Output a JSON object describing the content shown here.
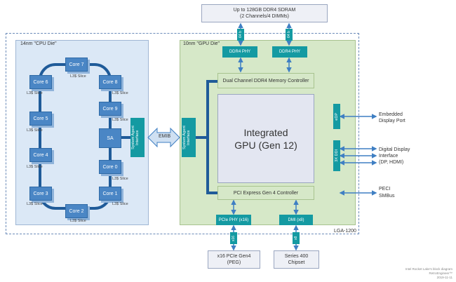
{
  "dram": {
    "line1": "Up to 128GB DDR4 SDRAM",
    "line2": "(2 Channels/4 DIMMs)"
  },
  "package_label": "LGA-1200",
  "cpu_die": {
    "title": "14nm \"CPU Die\"",
    "cores": [
      "Core 7",
      "Core 6",
      "Core 8",
      "Core 5",
      "Core 9",
      "SA",
      "Core 4",
      "Core 0",
      "Core 3",
      "Core 1",
      "Core 2"
    ],
    "l3_label": "L3$ Slice",
    "sa_interface": "System Agent Interface"
  },
  "emib": "EMIB",
  "gpu_die": {
    "title": "10nm \"GPU Die\"",
    "ddr4_phy_left": "DDR4 PHY",
    "ddr4_phy_right": "DDR4 PHY",
    "memory_controller": "Dual Channel DDR4 Memory Controller",
    "sa_interface": "System Agent Interface",
    "gpu_line1": "Integrated",
    "gpu_line2": "GPU (Gen 12)",
    "pcie_controller": "PCI Express Gen 4 Controller",
    "edp": "eDP",
    "ddi": "3X DDI",
    "pcie_phy": "PCIe PHY (x16)",
    "dmi": "DMI (x8)"
  },
  "bus_labels": {
    "dram_left": "64 b",
    "dram_right": "64 b",
    "pcie": "x16",
    "dmi": "x8"
  },
  "external": {
    "embedded_dp": [
      "Embedded",
      "Display Port"
    ],
    "digital_display": [
      "Digital Display",
      "Interface",
      "(DP, HDMI)"
    ],
    "peci": "PECI",
    "smbus": "SMBus",
    "pcie_gen4": [
      "x16 PCIe Gen4",
      "(PEG)"
    ],
    "chipset": [
      "Series 400",
      "Chipset"
    ]
  },
  "credit": [
    "Intel Rocket Lake's block diagram",
    "RetroEngineer™",
    "2019-11-11"
  ],
  "colors": {
    "core": "#4a86c5",
    "ring": "#1f5b99",
    "cpu_bg": "#dbe8f6",
    "gpu_bg": "#d6e8c8",
    "teal": "#149aa2",
    "arrow": "#3f7fc3"
  }
}
